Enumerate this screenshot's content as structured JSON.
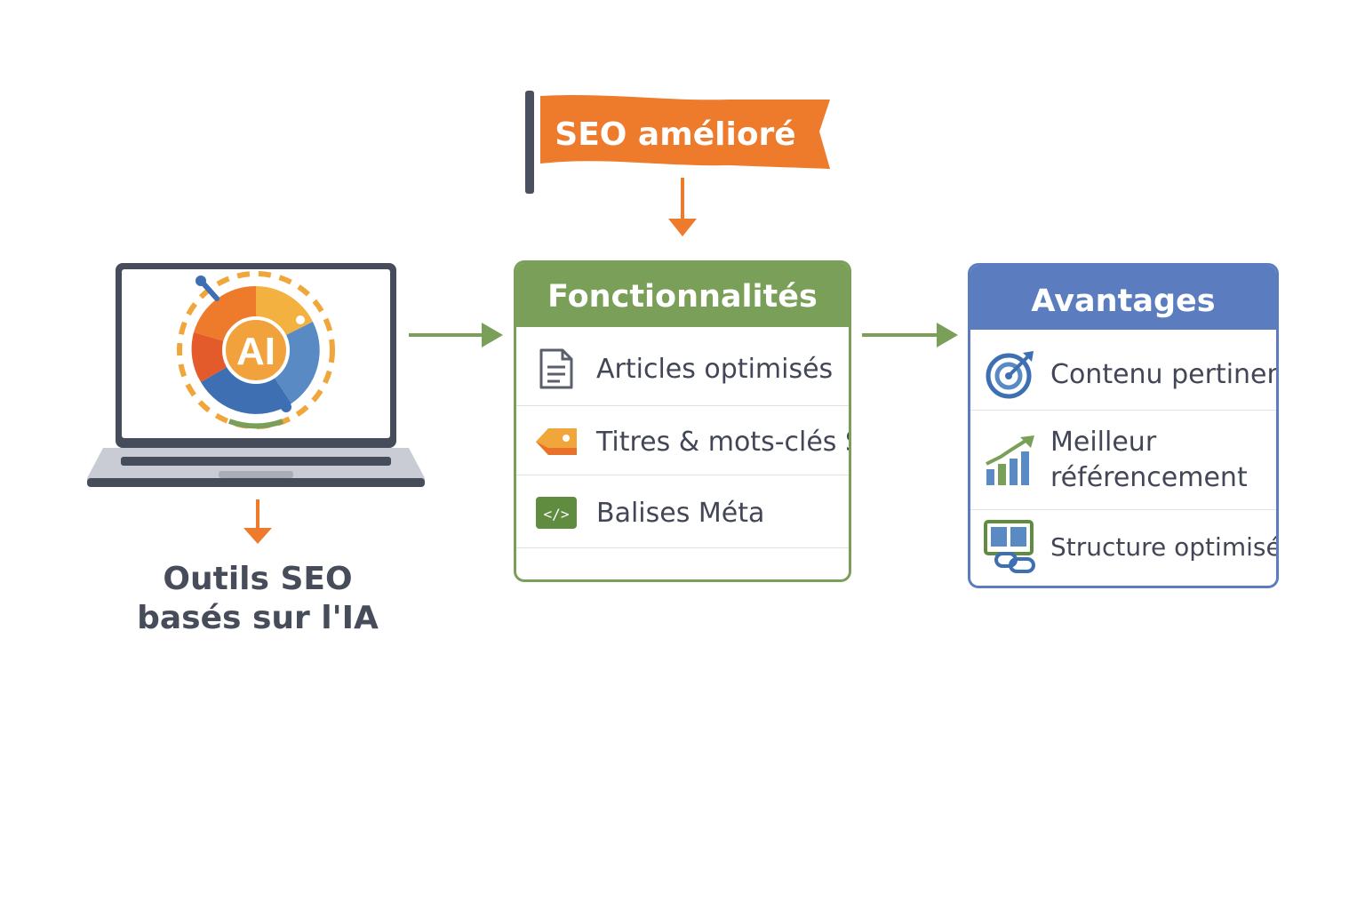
{
  "flag": {
    "label": "SEO amélioré"
  },
  "source": {
    "caption_line1": "Outils SEO",
    "caption_line2": "basés sur l'IA",
    "screen_logo": "AI"
  },
  "features": {
    "title": "Fonctionnalités",
    "items": [
      {
        "label": "Articles optimisés",
        "icon": "document-icon"
      },
      {
        "label": "Titres & mots-clés SEO",
        "icon": "tag-icon"
      },
      {
        "label": "Balises Méta",
        "icon": "code-icon"
      }
    ]
  },
  "benefits": {
    "title": "Avantages",
    "items": [
      {
        "label": "Contenu pertinent",
        "icon": "target-icon"
      },
      {
        "label_line1": "Meilleur",
        "label_line2": "référencement",
        "icon": "growth-chart-icon"
      },
      {
        "label": "Structure optimisée",
        "icon": "site-link-icon"
      }
    ]
  },
  "colors": {
    "orange": "#ee7a2c",
    "green": "#7a9f58",
    "blue": "#5b7dbf",
    "dark": "#474c5a"
  }
}
